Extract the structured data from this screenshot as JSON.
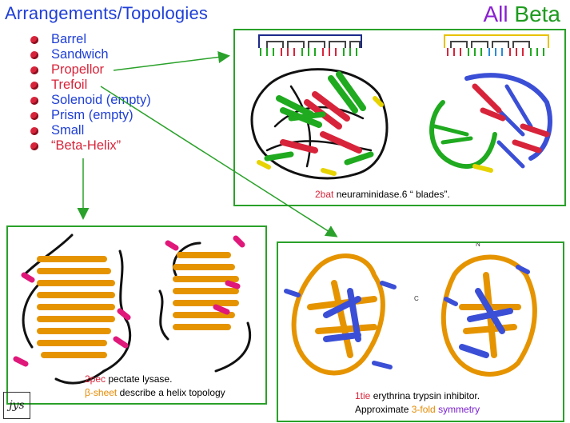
{
  "title": "Arrangements/Topologies",
  "badge": {
    "word1": "All",
    "word2": "Beta",
    "color1": "#8a1fd0",
    "color2": "#1e9b1e"
  },
  "topics": [
    {
      "label": "Barrel",
      "color": "#1f3fd6"
    },
    {
      "label": "Sandwich",
      "color": "#1f3fd6"
    },
    {
      "label": "Propellor",
      "color": "#d8243a"
    },
    {
      "label": "Trefoil",
      "color": "#d8243a"
    },
    {
      "label": "Solenoid (empty)",
      "color": "#1f3fd6"
    },
    {
      "label": "Prism (empty)",
      "color": "#1f3fd6"
    },
    {
      "label": "Small",
      "color": "#1f3fd6"
    },
    {
      "label": "“Beta-Helix”",
      "color": "#d8243a"
    }
  ],
  "propeller": {
    "pdb_id": "2bat",
    "caption": " neuraminidase.6 “ blades”."
  },
  "helix": {
    "pdb_id": "2pec",
    "caption1": " pectate lysase.",
    "sheet": "β-sheet",
    "caption2": " describe a helix topology"
  },
  "trefoil": {
    "pdb_id": "1tie",
    "caption1": " erythrina trypsin inhibitor.",
    "prefix2": "Approximate ",
    "fold": "3-fold",
    "symmetry": " symmetry",
    "label_n": "N",
    "label_c": "C"
  },
  "signature": "jys"
}
